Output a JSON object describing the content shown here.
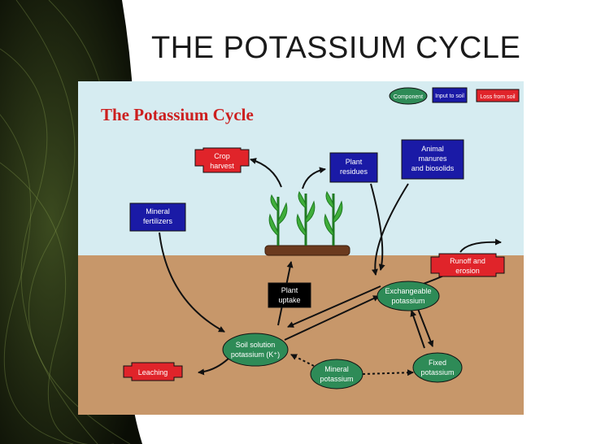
{
  "slide": {
    "title": "THE POTASSIUM CYCLE"
  },
  "diagram": {
    "title": "The Potassium Cycle",
    "legend": {
      "component": "Component",
      "input": "Input to soil",
      "loss": "Loss from soil"
    },
    "inputs": {
      "plant_residues": [
        "Plant",
        "residues"
      ],
      "animal_manures": [
        "Animal",
        "manures",
        "and biosolids"
      ],
      "mineral_fertilizers": [
        "Mineral",
        "fertilizers"
      ]
    },
    "losses": {
      "crop_harvest": [
        "Crop",
        "harvest"
      ],
      "runoff": [
        "Runoff and",
        "erosion"
      ],
      "leaching": [
        "Leaching"
      ]
    },
    "components": {
      "exchangeable": [
        "Exchangeable",
        "potassium"
      ],
      "soil_solution": [
        "Soil solution",
        "potassium (K⁺)"
      ],
      "mineral": [
        "Mineral",
        "potassium"
      ],
      "fixed": [
        "Fixed",
        "potassium"
      ]
    },
    "plant_uptake": [
      "Plant",
      "uptake"
    ],
    "colors": {
      "sky": "#d6ecf1",
      "soil": "#c7976a",
      "component": "#2e8b57",
      "input": "#1a1aa6",
      "loss": "#e0242a"
    }
  }
}
